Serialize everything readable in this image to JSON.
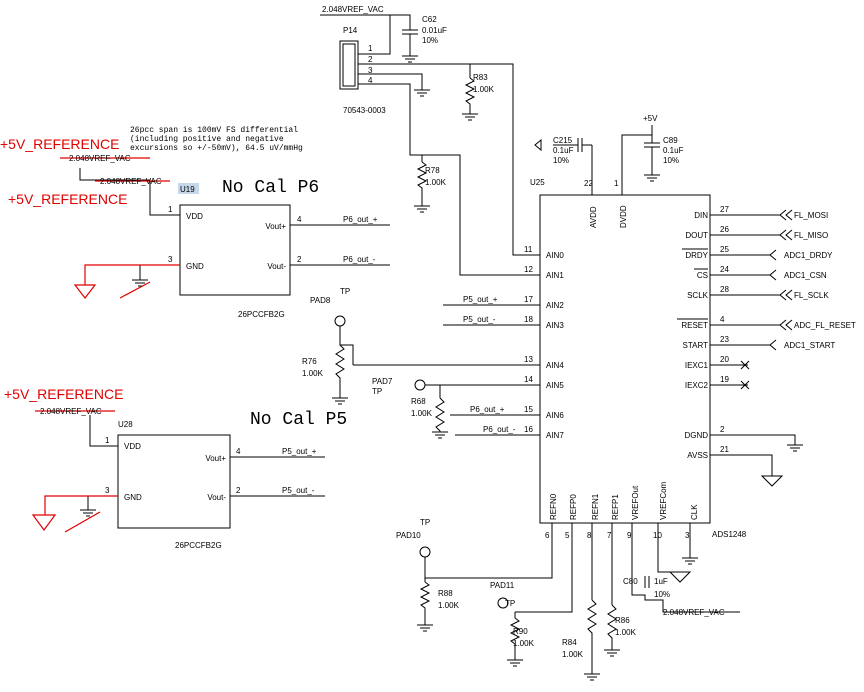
{
  "title": "",
  "nets": {
    "vref_top": "2.048VREF_VAC",
    "vref_bottom": "2.048VREF_VAC",
    "vref_u19_strike": "2.048VREF_VAC",
    "vref_u19_strike2": "2.048VREF_VAC",
    "vref_u28_strike": "2.048VREF_VAC",
    "plus5v": "+5V"
  },
  "red_labels": {
    "u19_ref1": "+5V_REFERENCE",
    "u19_ref2": "+5V_REFERENCE",
    "u28_ref": "+5V_REFERENCE"
  },
  "note": {
    "line1": "26pcc span is 100mV FS differential",
    "line2": "(including positive and negative",
    "line3": "excursions so +/-50mV), 64.5 uV/mmHg"
  },
  "no_cal": {
    "p6": "No Cal P6",
    "p5": "No Cal P5"
  },
  "connector": {
    "ref": "P14",
    "part": "70543-0003",
    "pins": [
      "1",
      "2",
      "3",
      "4"
    ]
  },
  "caps": {
    "c62": {
      "ref": "C62",
      "value": "0.01uF",
      "tol": "10%"
    },
    "c215": {
      "ref": "C215",
      "value": "0.1uF",
      "tol": "10%"
    },
    "c89": {
      "ref": "C89",
      "value": "0.1uF",
      "tol": "10%"
    },
    "c80": {
      "ref": "C80",
      "value": "1uF",
      "tol": "10%"
    }
  },
  "resistors": {
    "r83": {
      "ref": "R83",
      "value": "1.00K"
    },
    "r78": {
      "ref": "R78",
      "value": "1.00K"
    },
    "r76": {
      "ref": "R76",
      "value": "1.00K"
    },
    "r68": {
      "ref": "R68",
      "value": "1.00K"
    },
    "r88": {
      "ref": "R88",
      "value": "1.00K"
    },
    "r90": {
      "ref": "R90",
      "value": "1.00K"
    },
    "r84": {
      "ref": "R84",
      "value": "1.00K"
    },
    "r86": {
      "ref": "R86",
      "value": "1.00K"
    }
  },
  "pads": {
    "pad8": {
      "ref": "PAD8",
      "type": "TP"
    },
    "pad7": {
      "ref": "PAD7",
      "type": "TP"
    },
    "pad10": {
      "ref": "PAD10",
      "type": "TP"
    },
    "pad11": {
      "ref": "PAD11",
      "type": "TP"
    }
  },
  "u19": {
    "ref": "U19",
    "part": "26PCCFB2G",
    "pins": {
      "vdd": "VDD",
      "gnd": "GND",
      "voutp": "Vout+",
      "voutm": "Vout-"
    },
    "pin_nums": {
      "vdd": "1",
      "gnd": "3",
      "voutp": "4",
      "voutm": "2"
    },
    "nets": {
      "voutp": "P6_out_+",
      "voutm": "P6_out_-"
    }
  },
  "u28": {
    "ref": "U28",
    "part": "26PCCFB2G",
    "pins": {
      "vdd": "VDD",
      "gnd": "GND",
      "voutp": "Vout+",
      "voutm": "Vout-"
    },
    "pin_nums": {
      "vdd": "1",
      "gnd": "3",
      "voutp": "4",
      "voutm": "2"
    },
    "nets": {
      "voutp": "P5_out_+",
      "voutm": "P5_out_-"
    }
  },
  "u25": {
    "ref": "U25",
    "part": "ADS1248",
    "top_pins": [
      {
        "name": "AVDD",
        "num": "22"
      },
      {
        "name": "DVDD",
        "num": "1"
      }
    ],
    "left_pins": [
      {
        "name": "AIN0",
        "num": "11",
        "net": ""
      },
      {
        "name": "AIN1",
        "num": "12",
        "net": ""
      },
      {
        "name": "AIN2",
        "num": "17",
        "net": "P5_out_+"
      },
      {
        "name": "AIN3",
        "num": "18",
        "net": "P5_out_-"
      },
      {
        "name": "AIN4",
        "num": "13",
        "net": ""
      },
      {
        "name": "AIN5",
        "num": "14",
        "net": ""
      },
      {
        "name": "AIN6",
        "num": "15",
        "net": "P6_out_+"
      },
      {
        "name": "AIN7",
        "num": "16",
        "net": "P6_out_-"
      }
    ],
    "right_pins": [
      {
        "name": "DIN",
        "num": "27",
        "net": "FL_MOSI"
      },
      {
        "name": "DOUT",
        "num": "26",
        "net": "FL_MISO"
      },
      {
        "name": "DRDY",
        "num": "25",
        "net": "ADC1_DRDY"
      },
      {
        "name": "CS",
        "num": "24",
        "net": "ADC1_CSN"
      },
      {
        "name": "SCLK",
        "num": "28",
        "net": "FL_SCLK"
      },
      {
        "name": "RESET",
        "num": "4",
        "net": "ADC_FL_RESET"
      },
      {
        "name": "START",
        "num": "23",
        "net": "ADC1_START"
      },
      {
        "name": "IEXC1",
        "num": "20",
        "net": ""
      },
      {
        "name": "IEXC2",
        "num": "19",
        "net": ""
      },
      {
        "name": "DGND",
        "num": "2",
        "net": ""
      },
      {
        "name": "AVSS",
        "num": "21",
        "net": ""
      }
    ],
    "bottom_pins": [
      {
        "name": "REFN0",
        "num": "6"
      },
      {
        "name": "REFP0",
        "num": "5"
      },
      {
        "name": "REFN1",
        "num": "8"
      },
      {
        "name": "REFP1",
        "num": "7"
      },
      {
        "name": "VREFOut",
        "num": "9"
      },
      {
        "name": "VREFCom",
        "num": "10"
      },
      {
        "name": "CLK",
        "num": "3"
      }
    ]
  }
}
